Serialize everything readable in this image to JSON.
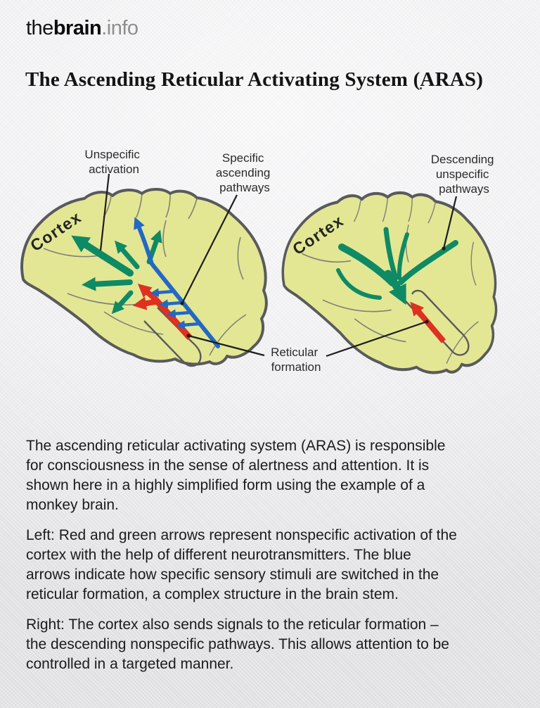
{
  "header": {
    "logo": {
      "prefix": "the",
      "name": "brain",
      "tld": ".info"
    }
  },
  "title": "The Ascending Reticular Activating System (ARAS)",
  "diagram": {
    "colors": {
      "brain_fill": "#e3e794",
      "brain_outline": "#595a5c",
      "arrow_green": "#0e8a64",
      "arrow_blue": "#2368c4",
      "arrow_red": "#e0301f",
      "pointer_black": "#1d1d1d"
    },
    "labels": {
      "unspecific": [
        "Unspecific",
        "activation"
      ],
      "specific": [
        "Specific",
        "ascending",
        "pathways"
      ],
      "descending": [
        "Descending",
        "unspecific",
        "pathways"
      ],
      "reticular": [
        "Reticular",
        "formation"
      ],
      "cortex_left": "Cortex",
      "cortex_right": "Cortex"
    }
  },
  "paragraphs": [
    "The ascending reticular activating system (ARAS) is responsible\nfor consciousness in the sense of alertness and attention. It is\nshown here in a highly simplified form using the example of a\nmonkey brain.",
    "Left: Red and green arrows represent nonspecific activation of the\ncortex with the help of different neurotransmitters. The blue\narrows indicate how specific sensory stimuli are switched in the\nreticular formation, a complex structure in the brain stem.",
    "Right: The cortex also sends signals to the reticular formation –\nthe descending nonspecific pathways. This allows attention to be\ncontrolled in a targeted manner."
  ]
}
